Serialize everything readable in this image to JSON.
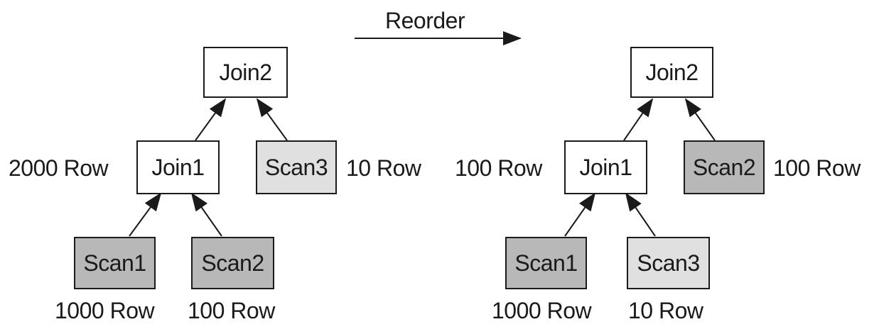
{
  "reorder_label": "Reorder",
  "left_tree": {
    "root": "Join2",
    "join": "Join1",
    "join_rows": "2000 Row",
    "right_scan": "Scan3",
    "right_scan_rows": "10 Row",
    "scan_a": "Scan1",
    "scan_a_rows": "1000 Row",
    "scan_b": "Scan2",
    "scan_b_rows": "100 Row"
  },
  "right_tree": {
    "root": "Join2",
    "join": "Join1",
    "join_rows": "100 Row",
    "right_scan": "Scan2",
    "right_scan_rows": "100 Row",
    "scan_a": "Scan1",
    "scan_a_rows": "1000 Row",
    "scan_b": "Scan3",
    "scan_b_rows": "10 Row"
  },
  "colors": {
    "line": "#1a1a1a",
    "light_fill": "#e0e0e0",
    "dark_fill": "#b8b8b8"
  }
}
